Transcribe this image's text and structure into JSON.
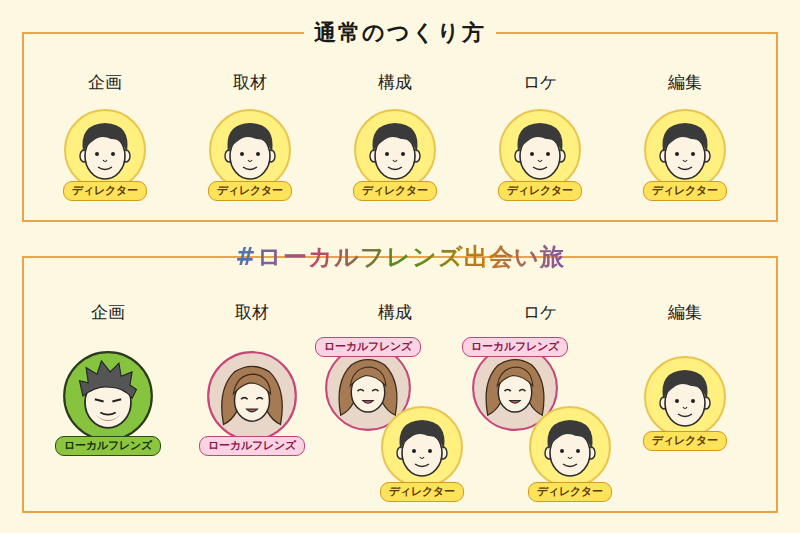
{
  "diagram": {
    "nodes": [
      {
        "text": [
          "通常のつくり方"
        ]
      },
      {
        "text": [
          "ディレクター"
        ],
        "in": 0
      },
      {
        "text": [
          "ディレクター"
        ],
        "in": 0
      },
      {
        "text": [
          "ディレクター"
        ],
        "in": 0
      },
      {
        "text": [
          "ディレクター"
        ],
        "in": 0
      },
      {
        "text": [
          "ディレクター"
        ],
        "in": 0
      },
      {
        "text": [
          "#ローカルフレンズ出会い旅"
        ]
      },
      {
        "text": [
          "ローカルフレンズ"
        ],
        "in": 6
      },
      {
        "text": [
          "ローカルフレンズ"
        ],
        "in": 6
      },
      {
        "text": [
          "ローカルフレンズ"
        ],
        "in": 6
      },
      {
        "text": [
          "ディレクター"
        ],
        "in": 6
      },
      {
        "text": [
          "ローカルフレンズ"
        ],
        "in": 6
      },
      {
        "text": [
          "ディレクター"
        ],
        "in": 6
      },
      {
        "text": [
          "ディレクター"
        ],
        "in": 6
      }
    ],
    "labels": [
      "企画",
      "取材",
      "構成",
      "ロケ",
      "編集",
      "企画",
      "取材",
      "構成",
      "ロケ",
      "編集"
    ]
  }
}
